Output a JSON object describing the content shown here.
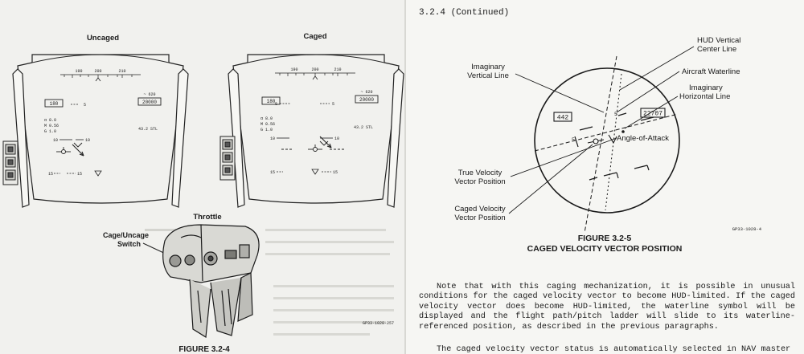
{
  "left_page": {
    "panel_uncaged_title": "Uncaged",
    "panel_caged_title": "Caged",
    "uncaged_hud": {
      "heading_ticks": [
        "190",
        "200",
        "210"
      ],
      "airspeed_box": "180",
      "altitude_box": "20000",
      "altitude_readout": "~ 620",
      "ladder_top": "5",
      "alpha": "α  8.0",
      "mach": "M  0.56",
      "g": "G  1.0",
      "range": "43.2 STL",
      "ladder_10": "10",
      "ladder_15": "15"
    },
    "caged_hud": {
      "heading_ticks": [
        "190",
        "200",
        "210"
      ],
      "airspeed_box": "180",
      "altitude_box": "20000",
      "altitude_readout": "~ 620",
      "ladder_top": "5",
      "alpha": "α  8.0",
      "mach": "M  0.56",
      "g": "G  1.0",
      "range": "43.2 STL",
      "ladder_10": "10",
      "ladder_15": "15"
    },
    "throttle_label": "Throttle",
    "switch_label_line1": "Cage/Uncage",
    "switch_label_line2": "Switch",
    "graphic_code": "GP33-1028-257",
    "figure_title": "FIGURE 3.2-4"
  },
  "right_page": {
    "section_heading": "3.2.4  (Continued)",
    "hud_labels": {
      "hud_vertical_line1": "HUD Vertical",
      "hud_vertical_line2": "Center Line",
      "aircraft_waterline": "Aircraft Waterline",
      "imaginary_vertical_line1": "Imaginary",
      "imaginary_vertical_line2": "Vertical Line",
      "imaginary_horizontal_line1": "Imaginary",
      "imaginary_horizontal_line2": "Horizontal Line",
      "angle_of_attack": "Angle-of-Attack",
      "true_velocity_line1": "True Velocity",
      "true_velocity_line2": "Vector Position",
      "caged_velocity_line1": "Caged Velocity",
      "caged_velocity_line2": "Vector Position"
    },
    "hud_values": {
      "airspeed_box": "442",
      "altitude_box": "22707",
      "ladder_5_right": "5",
      "ladder_5_left": "5"
    },
    "graphic_code": "GP33-1028-4",
    "figure_title_line1": "FIGURE 3.2-5",
    "figure_title_line2": "CAGED VELOCITY VECTOR POSITION",
    "paragraph1": "Note that with this caging mechanization, it is possible in unusual conditions for the caged velocity vector to become HUD-limited.  If the caged velocity vector does become HUD-limited, the waterline symbol will be displayed and the flight path/pitch ladder will slide to its waterline-referenced position, as described in the previous paragraphs.",
    "paragraph2": "The caged velocity vector status is automatically selected in NAV master"
  }
}
